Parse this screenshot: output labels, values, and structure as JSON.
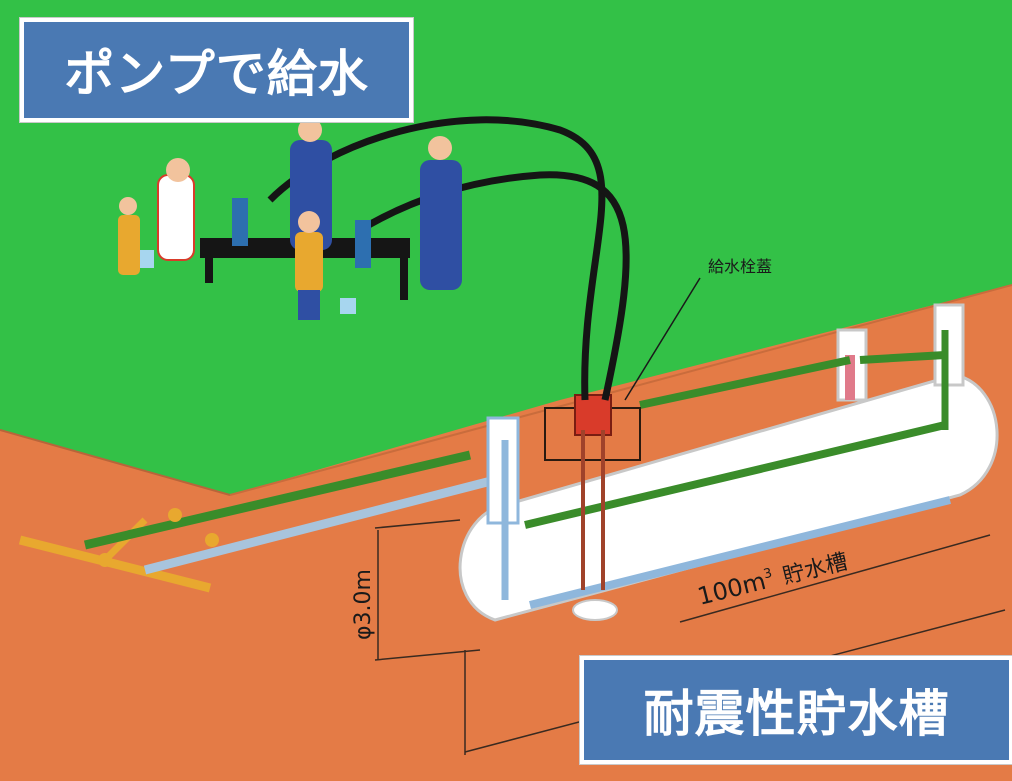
{
  "titles": {
    "top": "ポンプで給水",
    "bottom": "耐震性貯水槽"
  },
  "labels": {
    "hatch": "給水栓蓋",
    "tank_volume_num": "100m",
    "tank_volume_sup": "3",
    "tank_name": "貯水槽",
    "diameter": "φ3.0m"
  },
  "colors": {
    "grass": "#33c147",
    "soil": "#e47b46",
    "title_bg": "#4a79b3",
    "green_pipe": "#3a8c2a",
    "blue_pipe": "#8fb7dc",
    "hose": "#151515",
    "hatch_red": "#d93b2a",
    "uniform": "#2f4fa3"
  }
}
